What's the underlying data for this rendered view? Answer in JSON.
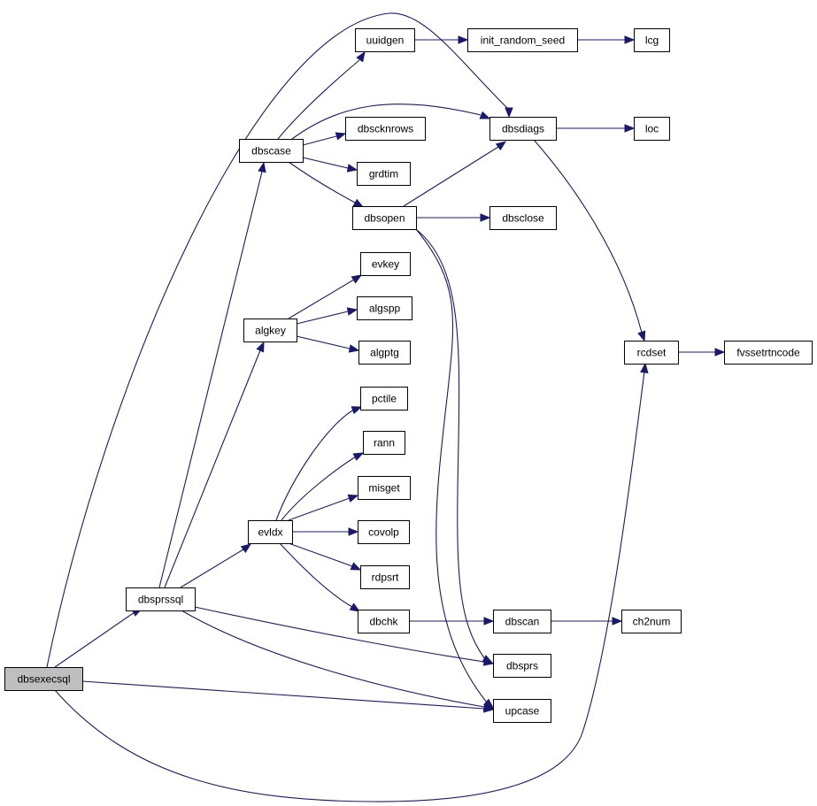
{
  "colors": {
    "edge": "#191970",
    "node_fill": "#ffffff",
    "root_fill": "#bfbfbf",
    "node_border": "#000000"
  },
  "nodes": [
    {
      "id": "dbsexecsql",
      "label": "dbsexecsql",
      "root": true
    },
    {
      "id": "dbsprssql",
      "label": "dbsprssql"
    },
    {
      "id": "dbscase",
      "label": "dbscase"
    },
    {
      "id": "uuidgen",
      "label": "uuidgen"
    },
    {
      "id": "init_random_seed",
      "label": "init_random_seed"
    },
    {
      "id": "lcg",
      "label": "lcg"
    },
    {
      "id": "dbscknrows",
      "label": "dbscknrows"
    },
    {
      "id": "dbsdiags",
      "label": "dbsdiags"
    },
    {
      "id": "loc",
      "label": "loc"
    },
    {
      "id": "grdtim",
      "label": "grdtim"
    },
    {
      "id": "dbsopen",
      "label": "dbsopen"
    },
    {
      "id": "dbsclose",
      "label": "dbsclose"
    },
    {
      "id": "evkey",
      "label": "evkey"
    },
    {
      "id": "algkey",
      "label": "algkey"
    },
    {
      "id": "algspp",
      "label": "algspp"
    },
    {
      "id": "algptg",
      "label": "algptg"
    },
    {
      "id": "rcdset",
      "label": "rcdset"
    },
    {
      "id": "fvssetrtncode",
      "label": "fvssetrtncode"
    },
    {
      "id": "pctile",
      "label": "pctile"
    },
    {
      "id": "rann",
      "label": "rann"
    },
    {
      "id": "misget",
      "label": "misget"
    },
    {
      "id": "evldx",
      "label": "evldx"
    },
    {
      "id": "covolp",
      "label": "covolp"
    },
    {
      "id": "rdpsrt",
      "label": "rdpsrt"
    },
    {
      "id": "dbchk",
      "label": "dbchk"
    },
    {
      "id": "dbscan",
      "label": "dbscan"
    },
    {
      "id": "ch2num",
      "label": "ch2num"
    },
    {
      "id": "dbsprs",
      "label": "dbsprs"
    },
    {
      "id": "upcase",
      "label": "upcase"
    }
  ],
  "edges": [
    {
      "from": "dbsexecsql",
      "to": "dbsprssql"
    },
    {
      "from": "dbsexecsql",
      "to": "dbsdiags"
    },
    {
      "from": "dbsexecsql",
      "to": "upcase"
    },
    {
      "from": "dbsexecsql",
      "to": "rcdset"
    },
    {
      "from": "dbsprssql",
      "to": "dbscase"
    },
    {
      "from": "dbsprssql",
      "to": "algkey"
    },
    {
      "from": "dbsprssql",
      "to": "evldx"
    },
    {
      "from": "dbsprssql",
      "to": "dbsprs"
    },
    {
      "from": "dbsprssql",
      "to": "upcase"
    },
    {
      "from": "dbscase",
      "to": "uuidgen"
    },
    {
      "from": "dbscase",
      "to": "dbsdiags"
    },
    {
      "from": "dbscase",
      "to": "dbscknrows"
    },
    {
      "from": "dbscase",
      "to": "grdtim"
    },
    {
      "from": "dbscase",
      "to": "dbsopen"
    },
    {
      "from": "uuidgen",
      "to": "init_random_seed"
    },
    {
      "from": "init_random_seed",
      "to": "lcg"
    },
    {
      "from": "dbsdiags",
      "to": "loc"
    },
    {
      "from": "dbsdiags",
      "to": "rcdset"
    },
    {
      "from": "dbsopen",
      "to": "dbsdiags"
    },
    {
      "from": "dbsopen",
      "to": "dbsclose"
    },
    {
      "from": "dbsopen",
      "to": "dbsprs"
    },
    {
      "from": "dbsopen",
      "to": "upcase"
    },
    {
      "from": "algkey",
      "to": "evkey"
    },
    {
      "from": "algkey",
      "to": "algspp"
    },
    {
      "from": "algkey",
      "to": "algptg"
    },
    {
      "from": "rcdset",
      "to": "fvssetrtncode"
    },
    {
      "from": "evldx",
      "to": "pctile"
    },
    {
      "from": "evldx",
      "to": "rann"
    },
    {
      "from": "evldx",
      "to": "misget"
    },
    {
      "from": "evldx",
      "to": "covolp"
    },
    {
      "from": "evldx",
      "to": "rdpsrt"
    },
    {
      "from": "evldx",
      "to": "dbchk"
    },
    {
      "from": "dbchk",
      "to": "dbscan"
    },
    {
      "from": "dbscan",
      "to": "ch2num"
    }
  ]
}
